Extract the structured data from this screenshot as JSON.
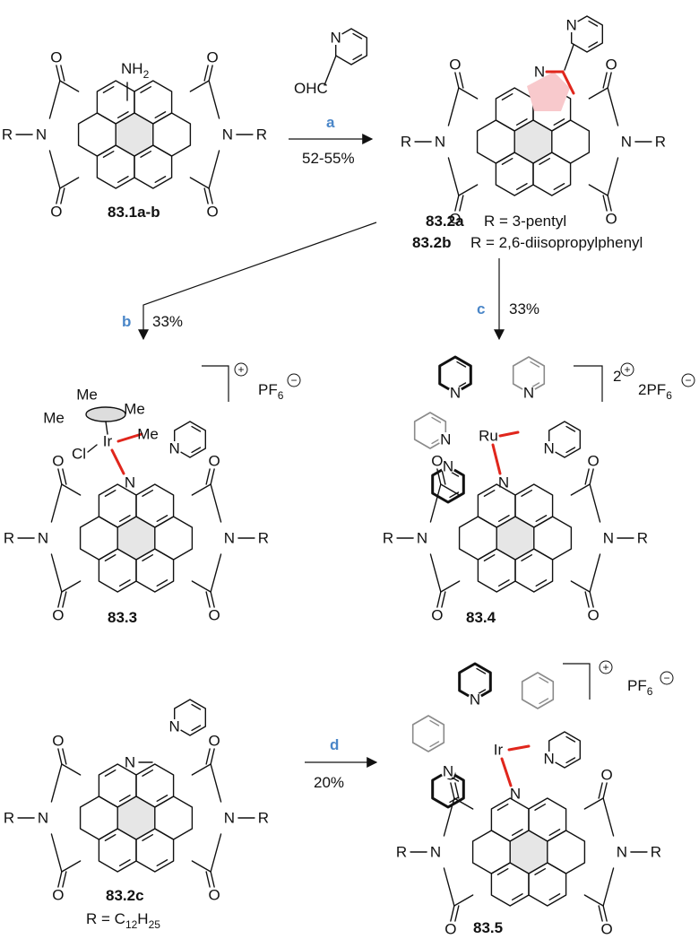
{
  "colors": {
    "step_letter": "#4a86c8",
    "new_bond": "#e0261c",
    "new_ring_fill": "#f8c9cc",
    "core_fill": "#e6e6e6",
    "ligand_gray": "#8a8a8a"
  },
  "reactant": {
    "name": "83.1a-b",
    "nh2": "NH",
    "nh2_sub": "2"
  },
  "reagent_a": {
    "label": "OHC"
  },
  "step_a": {
    "letter": "a",
    "yield": "52-55%"
  },
  "product_2": {
    "name_a": "83.2a",
    "r_a": "R = 3-pentyl",
    "name_b": "83.2b",
    "r_b": "R = 2,6-diisopropylphenyl"
  },
  "step_b": {
    "letter": "b",
    "yield": "33%"
  },
  "step_c": {
    "letter": "c",
    "yield": "33%"
  },
  "step_d": {
    "letter": "d",
    "yield": "20%"
  },
  "cmpd_3": {
    "name": "83.3",
    "charge": "+",
    "counterion": "PF",
    "counterion_sub": "6",
    "metal": "Ir",
    "halide": "Cl",
    "methyl": "Me"
  },
  "cmpd_4": {
    "name": "83.4",
    "charge": "2",
    "counterion": "2PF",
    "counterion_sub": "6",
    "metal": "Ru"
  },
  "cmpd_2c": {
    "name": "83.2c",
    "r_prefix": "R = C",
    "r_sub1": "12",
    "r_mid": "H",
    "r_sub2": "25"
  },
  "cmpd_5": {
    "name": "83.5",
    "charge": "+",
    "counterion": "PF",
    "counterion_sub": "6",
    "metal": "Ir"
  },
  "atoms": {
    "O": "O",
    "N": "N",
    "R": "R",
    "minus": "−"
  }
}
